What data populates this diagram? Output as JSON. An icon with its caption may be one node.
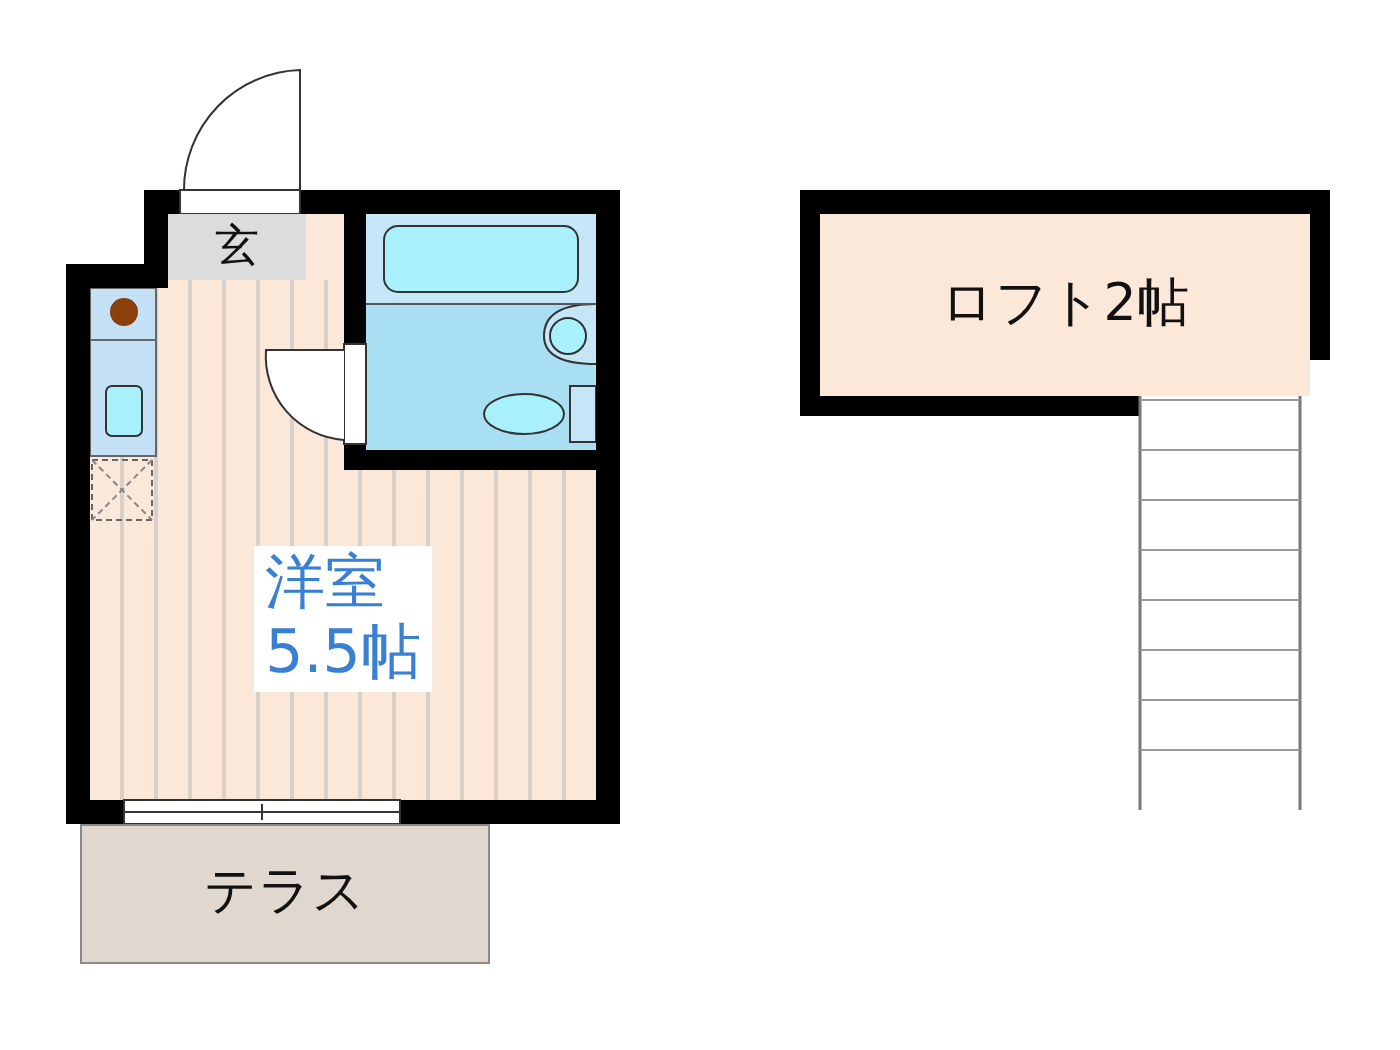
{
  "diagram": {
    "nodes": [
      {
        "text": [
          "玄"
        ]
      },
      {
        "text": [
          "洋室",
          "5.5帖"
        ]
      },
      {
        "text": [
          "テラス"
        ]
      },
      {
        "text": [
          "ロフト2帖"
        ]
      }
    ]
  }
}
